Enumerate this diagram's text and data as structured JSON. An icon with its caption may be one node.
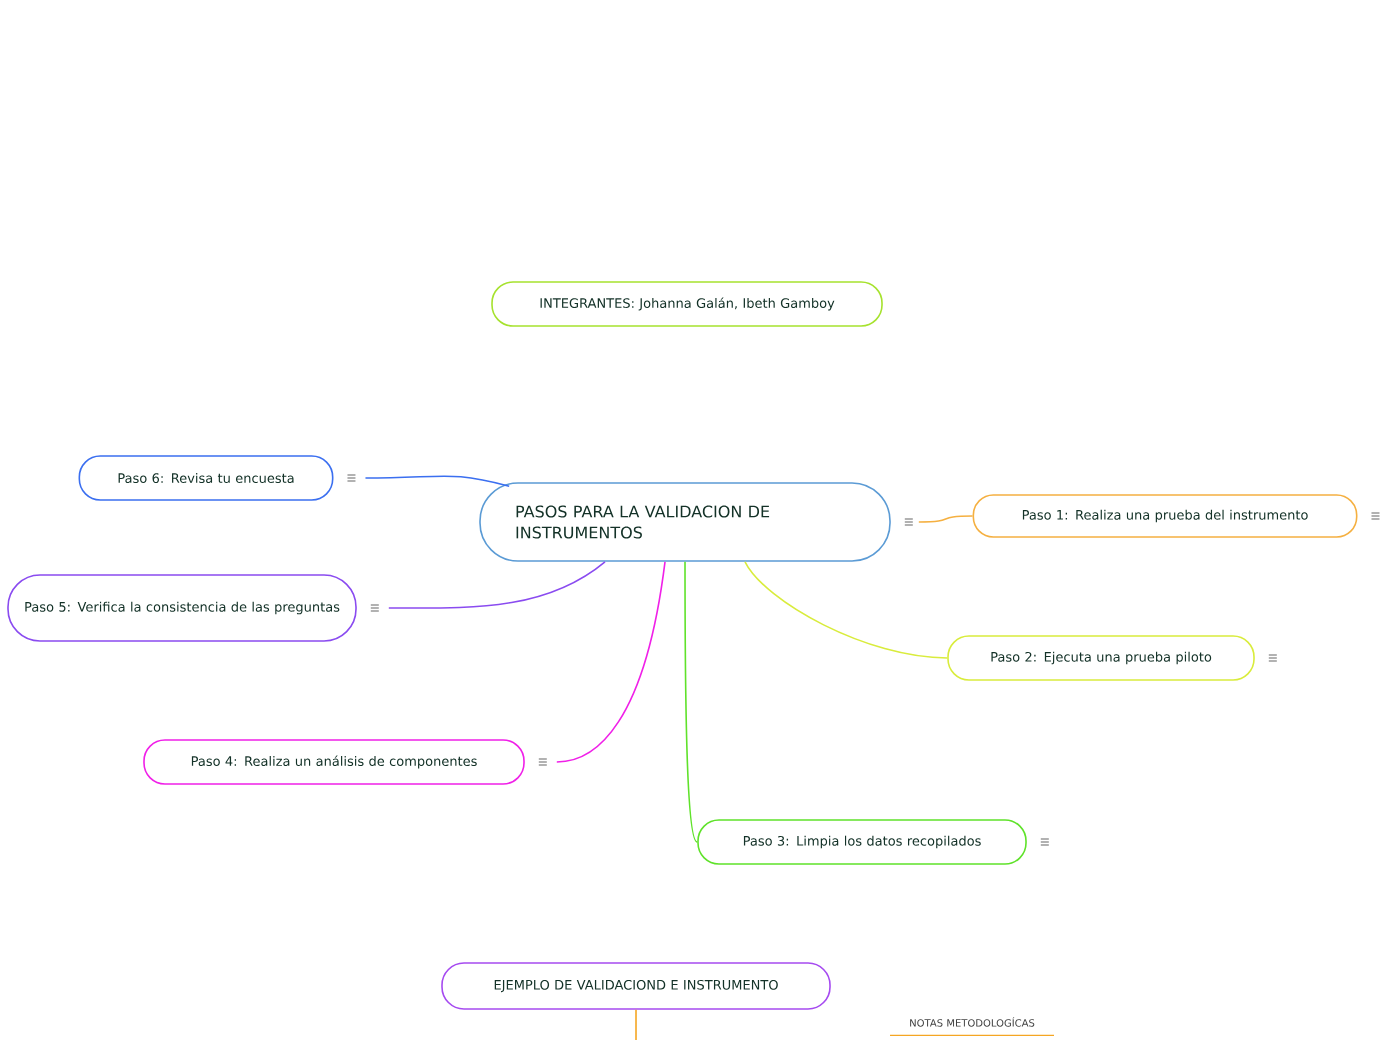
{
  "diagram": {
    "nodes": [
      {
        "text": [
          "PASOS PARA LA VALIDACION DE INSTRUMENTOS"
        ]
      },
      {
        "text": [
          "INTEGRANTES: Johanna Galán, Ibeth Gamboy"
        ]
      },
      {
        "text": [
          "Paso 1: Realiza una prueba del instrumento"
        ]
      },
      {
        "text": [
          "Paso 2: Ejecuta una prueba piloto"
        ]
      },
      {
        "text": [
          "Paso 3: Limpia los datos recopilados"
        ]
      },
      {
        "text": [
          "Paso 4: Realiza un análisis de componentes"
        ]
      },
      {
        "text": [
          "Paso 5: Verifica la consistencia de las preguntas"
        ]
      },
      {
        "text": [
          "Paso 6: Revisa tu encuesta"
        ]
      },
      {
        "text": [
          "EJEMPLO DE VALIDACIOND E INSTRUMENTO"
        ]
      },
      {
        "text": [
          "NOTAS METODOLOGÍCAS"
        ]
      }
    ],
    "edges": [
      {
        "from": 0,
        "to": 2,
        "arrow": "none",
        "color": "#f5b041"
      },
      {
        "from": 0,
        "to": 3,
        "arrow": "none",
        "color": "#d9ec3c"
      },
      {
        "from": 0,
        "to": 4,
        "arrow": "none",
        "color": "#5fe22a"
      },
      {
        "from": 0,
        "to": 5,
        "arrow": "none",
        "color": "#f020e8"
      },
      {
        "from": 0,
        "to": 6,
        "arrow": "none",
        "color": "#8a4bf0"
      },
      {
        "from": 0,
        "to": 7,
        "arrow": "none",
        "color": "#3b6ff0"
      },
      {
        "from": 8,
        "to": null,
        "arrow": "none",
        "color": "#f5a623"
      }
    ]
  }
}
